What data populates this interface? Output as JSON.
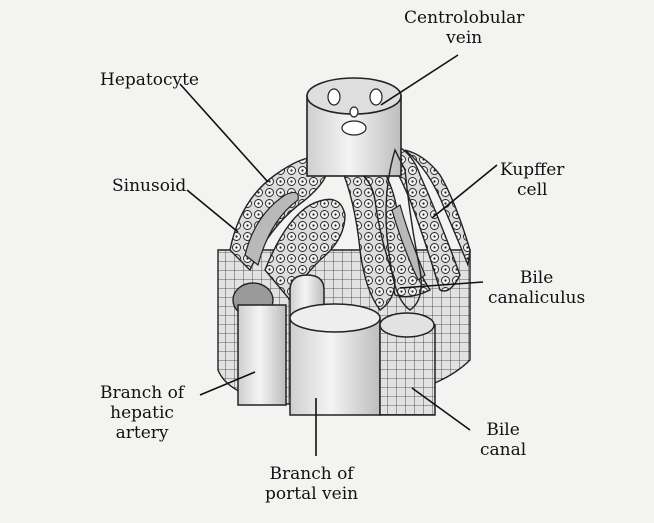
{
  "labels": {
    "centrolobular_vein": [
      "Centrolobular",
      "vein"
    ],
    "hepatocyte": [
      "Hepatocyte"
    ],
    "sinusoid": [
      "Sinusoid"
    ],
    "kupffer_cell": [
      "Kupffer",
      "cell"
    ],
    "bile_canaliculus": [
      "Bile",
      "canaliculus"
    ],
    "hepatic_artery": [
      "Branch of",
      "hepatic",
      "artery"
    ],
    "portal_vein": [
      "Branch of",
      "portal vein"
    ],
    "bile_canal": [
      "Bile",
      "canal"
    ]
  },
  "colors": {
    "ink": "#1a1a1a",
    "paper": "#f3f3f1",
    "tissue_fill": "#dcdcdc",
    "vessel_fill": "#e6e6e6",
    "artery_fill": "#9a9a9a"
  }
}
